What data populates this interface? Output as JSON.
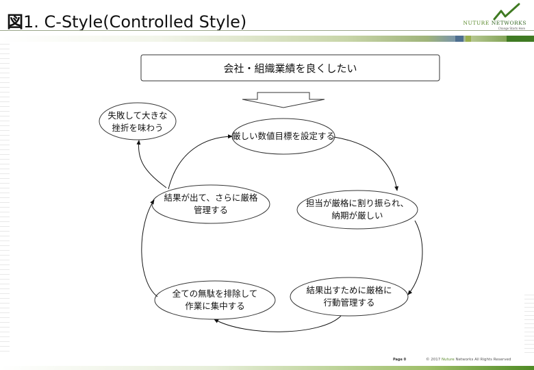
{
  "header": {
    "title_prefix": "図",
    "title_rest": "1. C-Style(Controlled Style)"
  },
  "logo": {
    "name_a": "NUTURE",
    "name_b": "NETWORKS",
    "tagline": "Change Starts Here"
  },
  "diagram": {
    "goal": "会社・組織業績を良くしたい",
    "nodes": {
      "set_targets": [
        "厳しい数値目標を設定する"
      ],
      "assign_strict": [
        "担当が厳格に割り振られ、",
        "納期が厳しい"
      ],
      "manage_actions": [
        "結果出すために厳格に",
        "行動管理する"
      ],
      "eliminate_waste": [
        "全ての無駄を排除して",
        "作業に集中する"
      ],
      "stricter_control": [
        "結果が出て、さらに厳格",
        "管理する"
      ],
      "failure": [
        "失敗して大きな",
        "挫折を味わう"
      ]
    }
  },
  "footer": {
    "page": "Page 0",
    "copyright_a": "© 2017 ",
    "copyright_b": "Nuture",
    "copyright_c": " Networks All Rights Reserved"
  }
}
